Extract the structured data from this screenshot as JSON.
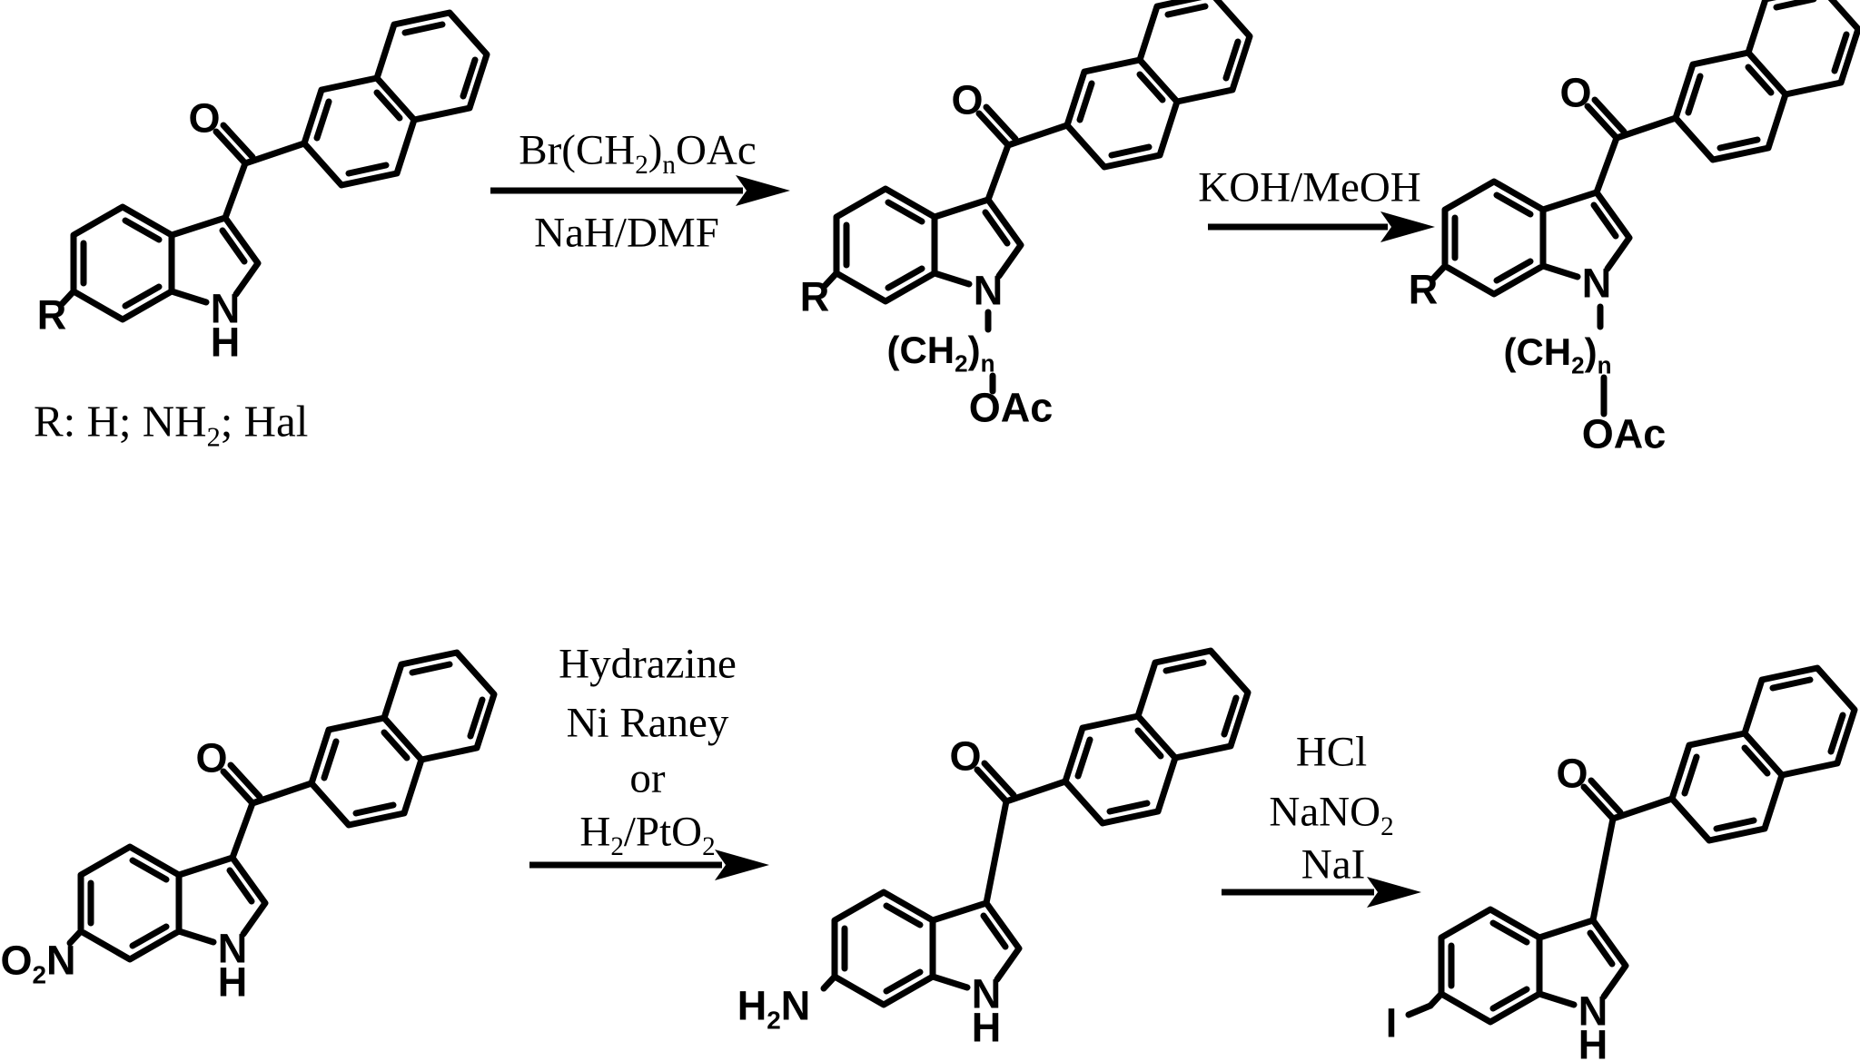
{
  "colors": {
    "background": "#ffffff",
    "ink": "#000000"
  },
  "legend": {
    "text": "R: H; NH₂; Hal"
  },
  "atoms": {
    "oxygen": "O",
    "nitrogen": "N",
    "hydrogen": "H",
    "r_group": "R",
    "nitro": "O₂N",
    "amino": "H₂N",
    "iodo": "I",
    "chain": "(CH₂)ₙ",
    "acetate": "OAc"
  },
  "arrows": [
    {
      "name": "step-1",
      "text_above": "Br(CH₂)ₙOAc",
      "text_below": "NaH/DMF"
    },
    {
      "name": "step-2",
      "text_above": "KOH/MeOH"
    },
    {
      "name": "step-3",
      "lines": [
        "Hydrazine",
        "Ni Raney",
        "or",
        "H₂/PtO₂"
      ]
    },
    {
      "name": "step-4",
      "lines": [
        "HCl",
        "NaNO₂",
        "NaI"
      ]
    }
  ]
}
